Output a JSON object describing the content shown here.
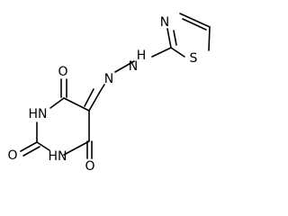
{
  "molecule": {
    "atoms": {
      "thiazole_N": "N",
      "thiazole_S": "S",
      "hydrazone_NH": "H",
      "hydrazone_N_upper": "N",
      "hydrazone_N_lower": "N",
      "oxygen_top": "O",
      "oxygen_left": "O",
      "oxygen_right": "O",
      "ring_NH_upper": "HN",
      "ring_NH_lower": "HN"
    },
    "colors": {
      "bond": "#000000",
      "text": "#000000"
    }
  }
}
